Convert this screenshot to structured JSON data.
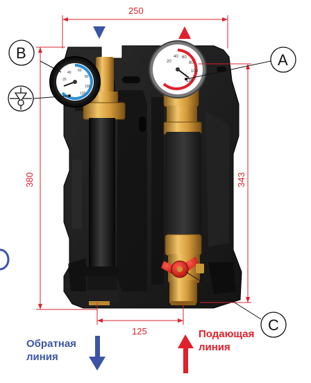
{
  "dimensions": {
    "width_top": "250",
    "height_left": "380",
    "height_right": "343",
    "width_bottom": "125"
  },
  "callouts": {
    "a": "A",
    "b": "B",
    "c": "C"
  },
  "captions": {
    "return_line_1": "Обратная",
    "return_line_2": "линия",
    "supply_line_1": "Подающая",
    "supply_line_2": "линия"
  },
  "gauge_scale": {
    "left": [
      "20",
      "40",
      "60",
      "80",
      "100",
      "120"
    ],
    "right": [
      "20",
      "40",
      "60",
      "80",
      "100",
      "120"
    ]
  },
  "colors": {
    "dimension_red": "#d9232e",
    "return_blue": "#3a55a5",
    "supply_red": "#e0202a",
    "foam_black": "#1c1c1c",
    "brass": "#c9973a"
  },
  "icons": {
    "flow_down": "flow-direction-down-icon",
    "flow_up": "flow-direction-up-icon",
    "check_valve": "check-valve-symbol-icon"
  }
}
